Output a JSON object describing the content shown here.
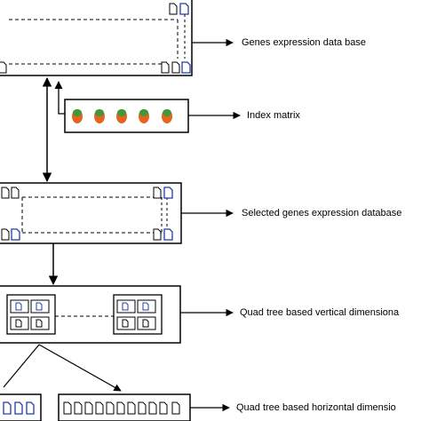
{
  "labels": {
    "genes_db": "Genes expression data base",
    "index_matrix": "Index matrix",
    "selected_db": "Selected genes expression database",
    "vertical": "Quad tree based vertical dimensiona",
    "horizontal": "Quad tree based horizontal dimensio"
  },
  "colors": {
    "line": "#000000",
    "doc_blue": "#1f3fa6",
    "blob_orange": "#e8641e",
    "blob_green": "#3c9a3c"
  }
}
